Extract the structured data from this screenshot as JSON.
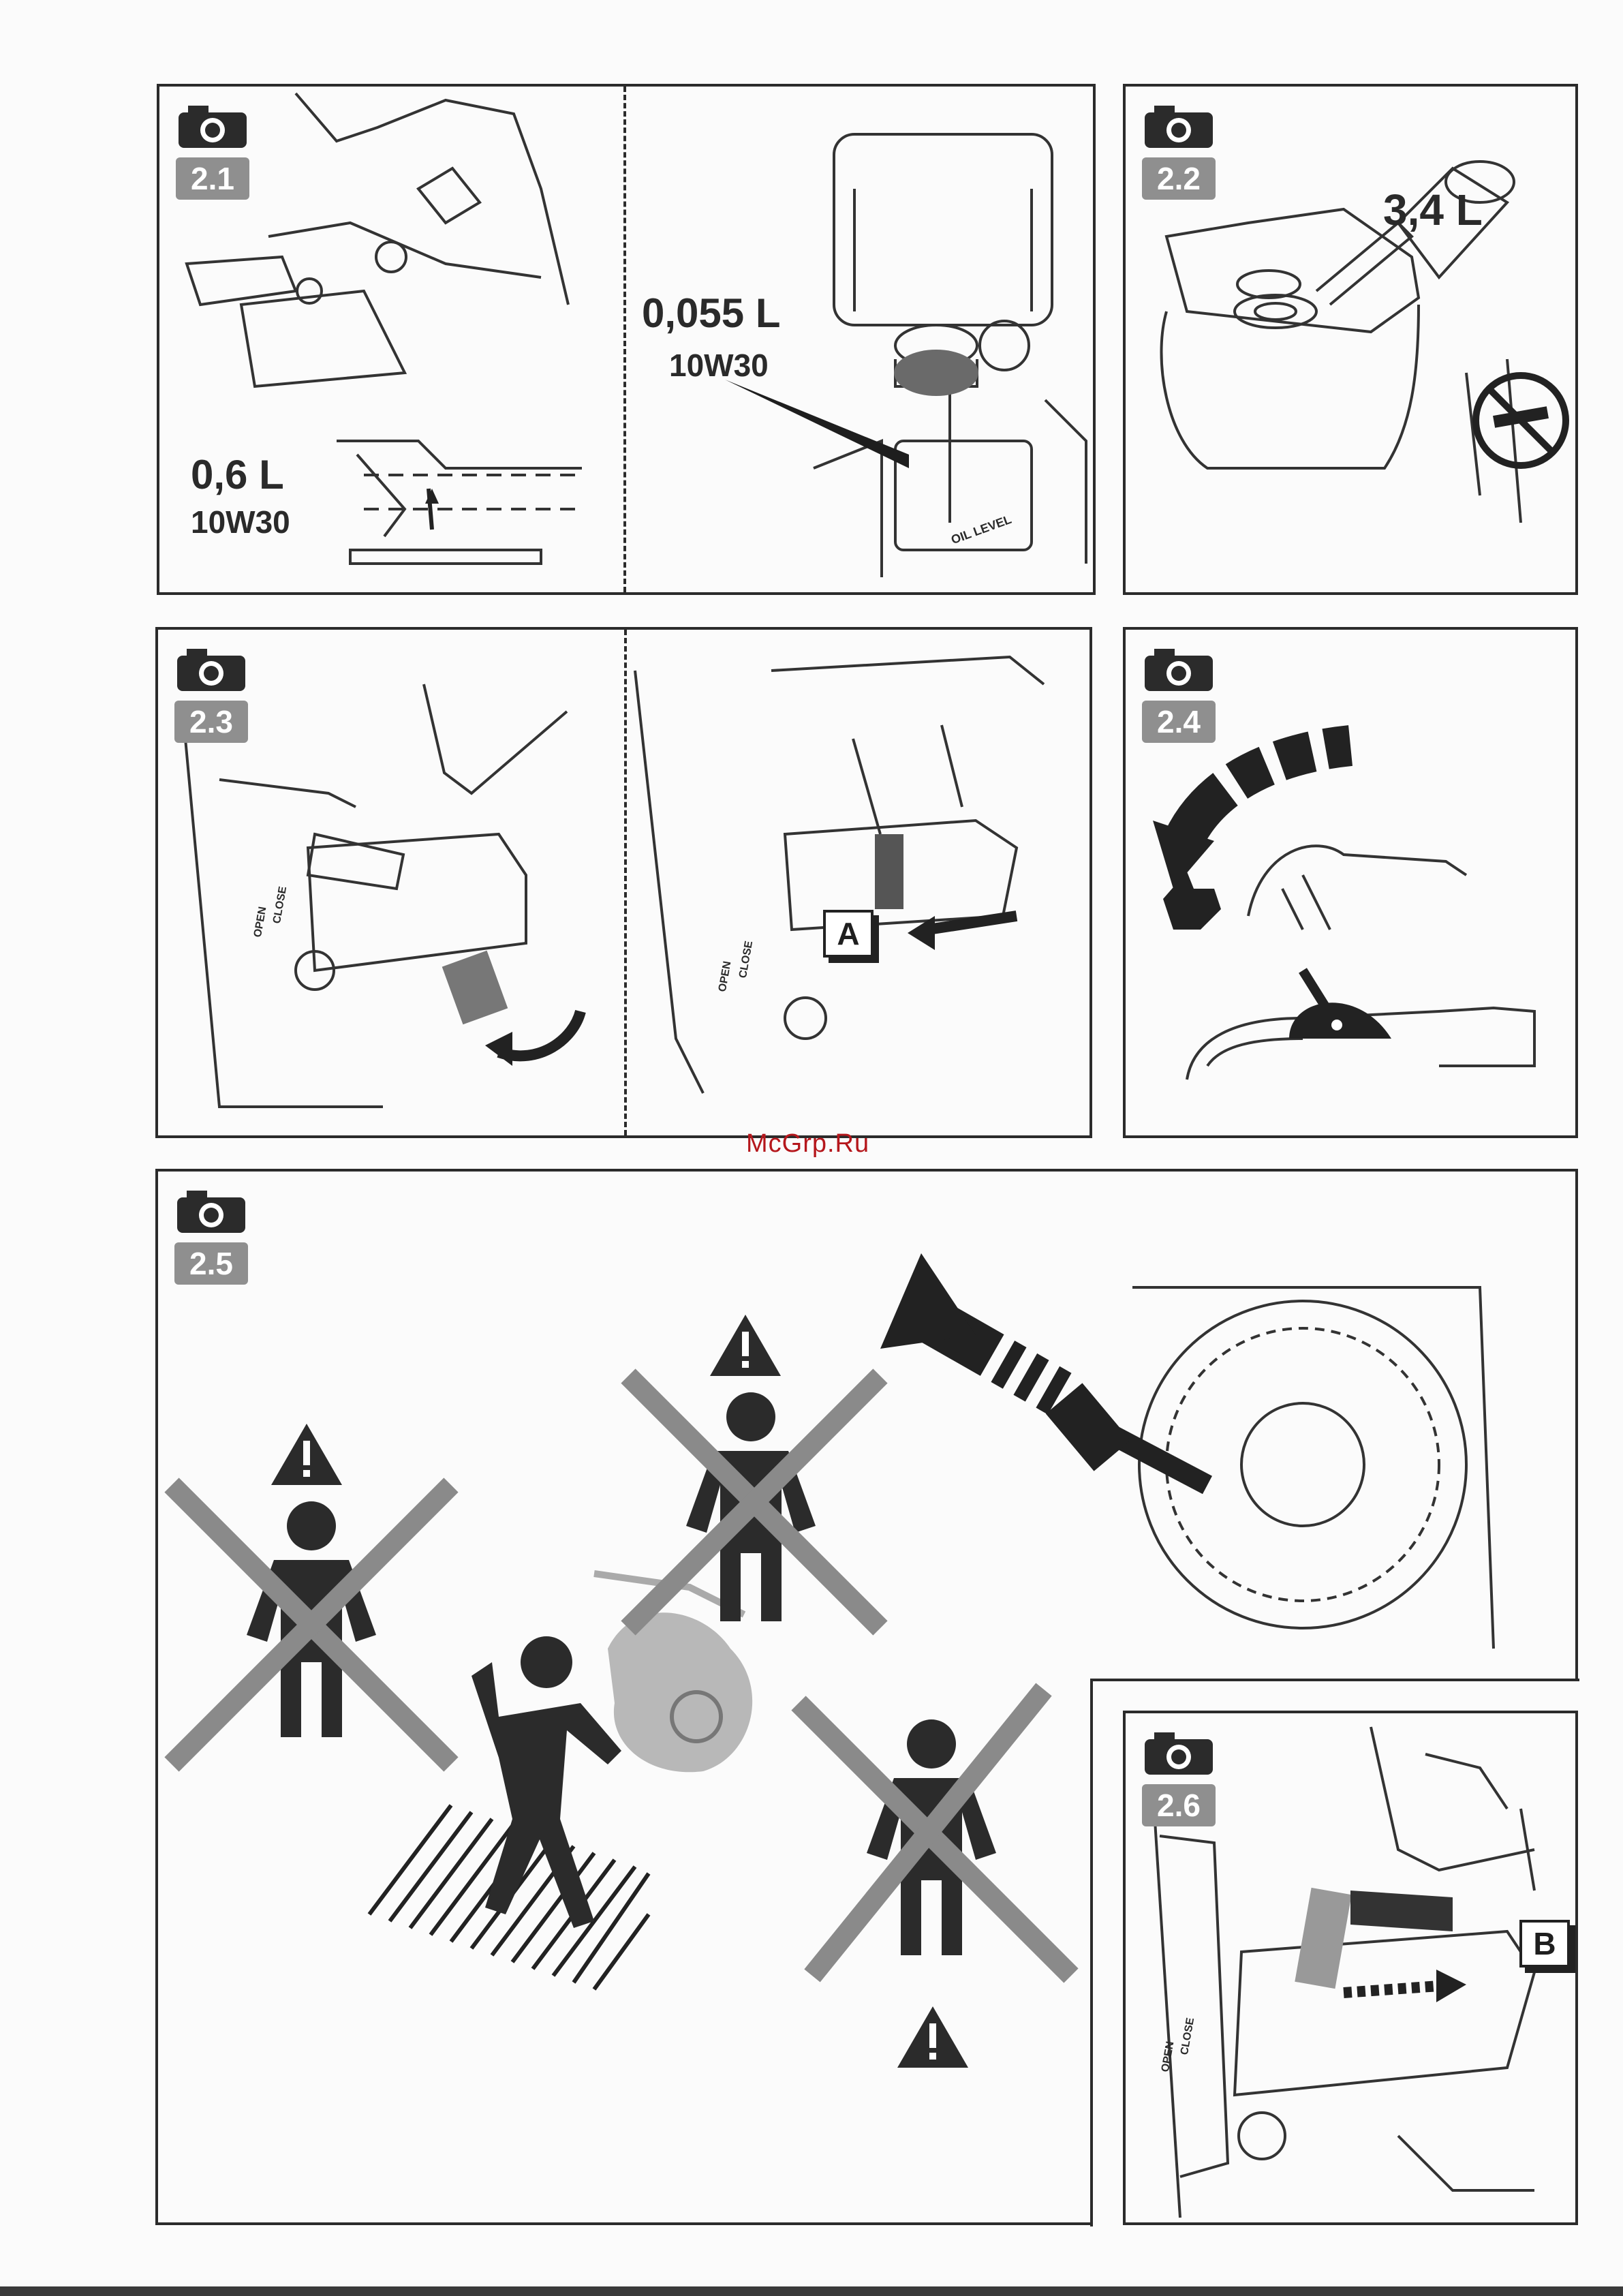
{
  "panels": {
    "p21": {
      "number": "2.1",
      "oil_engine": "0,6 L",
      "oil_engine_grade": "10W30",
      "oil_filter": "0,055 L",
      "oil_filter_grade": "10W30",
      "oil_level_text": "OIL LEVEL"
    },
    "p22": {
      "number": "2.2",
      "fuel": "3,4 L"
    },
    "p23": {
      "number": "2.3",
      "label_a": "A",
      "close": "CLOSE",
      "open": "OPEN"
    },
    "p24": {
      "number": "2.4"
    },
    "p25": {
      "number": "2.5"
    },
    "p26": {
      "number": "2.6",
      "label_b": "B",
      "close": "CLOSE",
      "open": "OPEN"
    }
  },
  "watermark": "McGrp.Ru",
  "colors": {
    "frame": "#2b2b2b",
    "badge": "#8f8f8f",
    "cross": "#8a8a8a",
    "watermark": "#b5171c"
  }
}
